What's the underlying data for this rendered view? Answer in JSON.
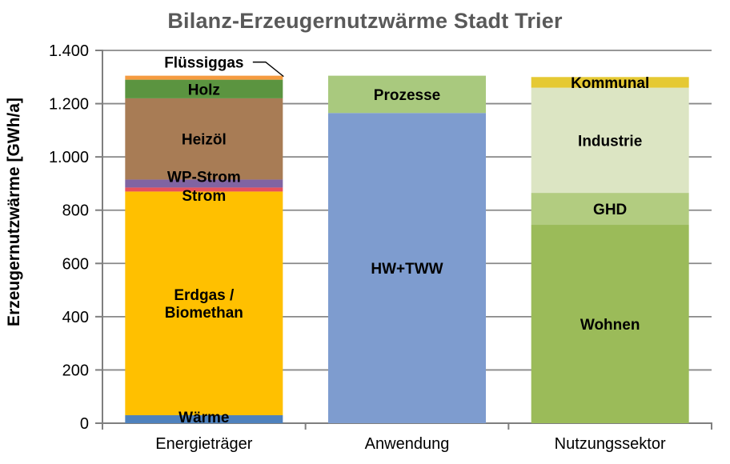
{
  "chart_data": {
    "type": "bar",
    "stacked": true,
    "title": "Bilanz-Erzeugernutzwärme Stadt Trier",
    "ylabel": "Erzeugernutzwärme [GWh/a]",
    "ylim": [
      0,
      1400
    ],
    "yticks": [
      0,
      200,
      400,
      600,
      800,
      1000,
      1200,
      1400
    ],
    "ytick_labels": [
      "0",
      "200",
      "400",
      "600",
      "800",
      "1.000",
      "1.200",
      "1.400"
    ],
    "grid": true,
    "legend_position": "none",
    "categories": [
      "Energieträger",
      "Anwendung",
      "Nutzungssektor"
    ],
    "colors": {
      "grid": "#898989",
      "axis": "#7F7F7F",
      "title": "#595959",
      "segment_label": "#000000"
    },
    "bars": [
      {
        "category": "Energieträger",
        "total": 1305,
        "segments": [
          {
            "label": "Wärme",
            "value": 30,
            "color": "#4E81BD",
            "label_dy": -3
          },
          {
            "label": "Erdgas / Biomethan",
            "label_lines": [
              "Erdgas /",
              "Biomethan"
            ],
            "value": 840,
            "color": "#FFC000"
          },
          {
            "label": "Strom",
            "value": 15,
            "color": "#E8515A",
            "label_dy": 7
          },
          {
            "label": "WP-Strom",
            "value": 30,
            "color": "#8064A2",
            "label_dy": -9
          },
          {
            "label": "Heizöl",
            "value": 305,
            "color": "#A87C55"
          },
          {
            "label": "Holz",
            "value": 70,
            "color": "#5B9440"
          },
          {
            "label": "Flüssiggas",
            "value": 15,
            "color": "#F59B40",
            "callout": true
          }
        ]
      },
      {
        "category": "Anwendung",
        "total": 1305,
        "segments": [
          {
            "label": "HW+TWW",
            "value": 1165,
            "color": "#7E9CCF"
          },
          {
            "label": "Prozesse",
            "value": 140,
            "color": "#A9C97E"
          }
        ]
      },
      {
        "category": "Nutzungssektor",
        "total": 1300,
        "segments": [
          {
            "label": "Wohnen",
            "value": 745,
            "color": "#9BBB59"
          },
          {
            "label": "GHD",
            "value": 120,
            "color": "#B2CC80"
          },
          {
            "label": "Industrie",
            "value": 395,
            "color": "#DCE5C3"
          },
          {
            "label": "Kommunal",
            "value": 40,
            "color": "#E5C933"
          }
        ]
      }
    ]
  }
}
